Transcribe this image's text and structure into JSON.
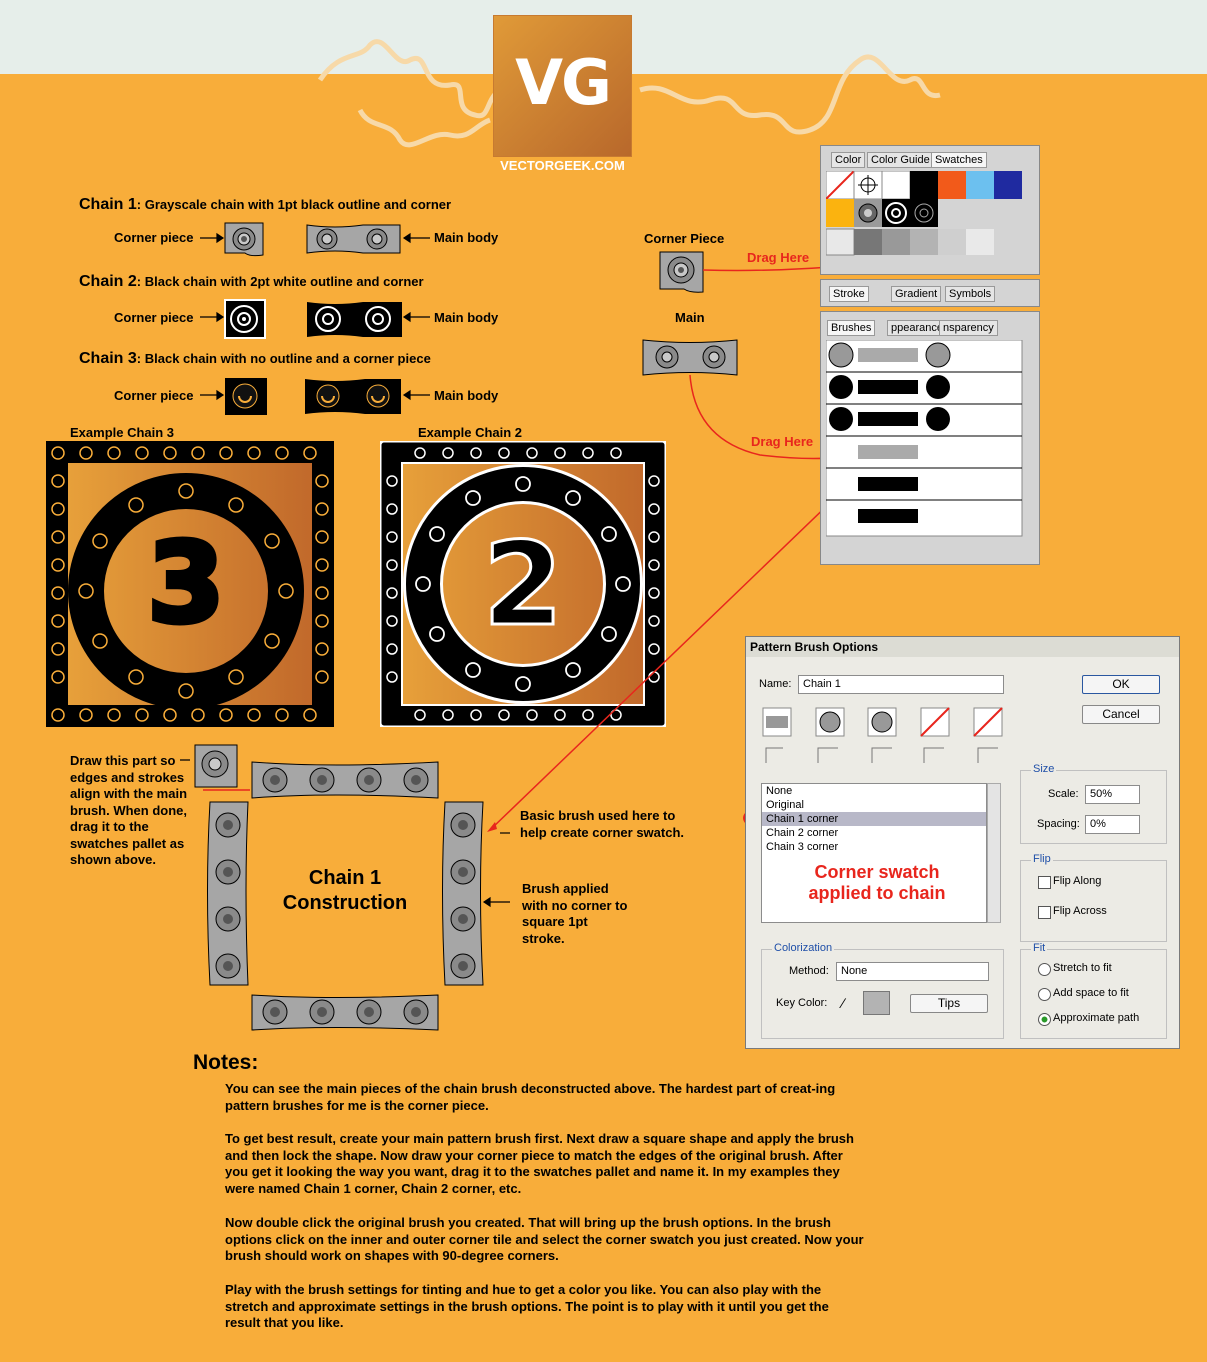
{
  "logo": {
    "text": "VG",
    "url": "VECTORGEEK.COM"
  },
  "chains": [
    {
      "name": "Chain 1",
      "desc": ": Grayscale chain with 1pt black outline and corner",
      "corner": "Corner piece",
      "main": "Main body"
    },
    {
      "name": "Chain 2",
      "desc": ": Black chain with 2pt white outline and corner",
      "corner": "Corner piece",
      "main": "Main body"
    },
    {
      "name": "Chain 3",
      "desc": ": Black chain with no outline and a corner piece",
      "corner": "Corner piece",
      "main": "Main body"
    }
  ],
  "examples": {
    "ex3": "Example Chain 3",
    "ex2": "Example Chain 2",
    "digit3": "3",
    "digit2": "2"
  },
  "pieces": {
    "corner_piece": "Corner Piece",
    "main": "Main",
    "drag1": "Drag Here",
    "drag2": "Drag Here"
  },
  "swatches_panel": {
    "tabs": [
      "Color",
      "Color Guide",
      "Swatches"
    ]
  },
  "stroke_panel": {
    "tabs": [
      "Stroke",
      "Gradient",
      "Symbols"
    ]
  },
  "brushes_panel": {
    "tabs": [
      "Brushes",
      "ppearance",
      "nsparency"
    ]
  },
  "construction": {
    "draw_note": "Draw this part so edges and strokes align with the main brush. When done, drag it to the swatches pallet as shown above.",
    "title_line1": "Chain 1",
    "title_line2": "Construction",
    "basic_brush": "Basic brush used here to help create corner swatch.",
    "brush_applied": "Brush applied with no corner to square 1pt stroke."
  },
  "dialog": {
    "title": "Pattern Brush Options",
    "name_label": "Name:",
    "name_value": "Chain 1",
    "ok": "OK",
    "cancel": "Cancel",
    "list": [
      "None",
      "Original",
      "Chain 1 corner",
      "Chain 2 corner",
      "Chain 3 corner"
    ],
    "selected_index": 2,
    "annotation_line1": "Corner swatch",
    "annotation_line2": "applied to chain",
    "size": {
      "title": "Size",
      "scale_label": "Scale:",
      "scale_value": "50%",
      "spacing_label": "Spacing:",
      "spacing_value": "0%"
    },
    "flip": {
      "title": "Flip",
      "along": "Flip Along",
      "across": "Flip Across"
    },
    "fit": {
      "title": "Fit",
      "stretch": "Stretch to fit",
      "add_space": "Add space to fit",
      "approximate": "Approximate path",
      "selected": "approximate"
    },
    "colorization": {
      "title": "Colorization",
      "method_label": "Method:",
      "method_value": "None",
      "key_label": "Key Color:",
      "tips": "Tips"
    }
  },
  "notes": {
    "heading": "Notes:",
    "p1": "You can see the main pieces of the chain brush deconstructed above. The hardest part of creat-ing pattern brushes for me is the corner piece.",
    "p2": "To get best result, create your main pattern brush first. Next draw a square shape and apply the brush and then lock the shape. Now draw your corner piece to match the edges of the original brush. After you get it looking the way you want, drag it to the swatches pallet and name it. In my examples they were named Chain 1 corner, Chain 2 corner, etc.",
    "p3": "Now double click the original brush you created. That will bring up the brush options. In the brush options click on the inner and outer corner tile and select the corner swatch you just created. Now your brush should work on shapes with 90-degree corners.",
    "p4": "Play with the brush settings for tinting and hue to get a color you like. You can also play with the stretch and approximate settings in the brush options. The point is to play with it until you get the result that you like."
  },
  "colors": {
    "background": "#f8ad3a",
    "accent_red": "#e8261d",
    "chain_gray": "#a6a6a6"
  }
}
